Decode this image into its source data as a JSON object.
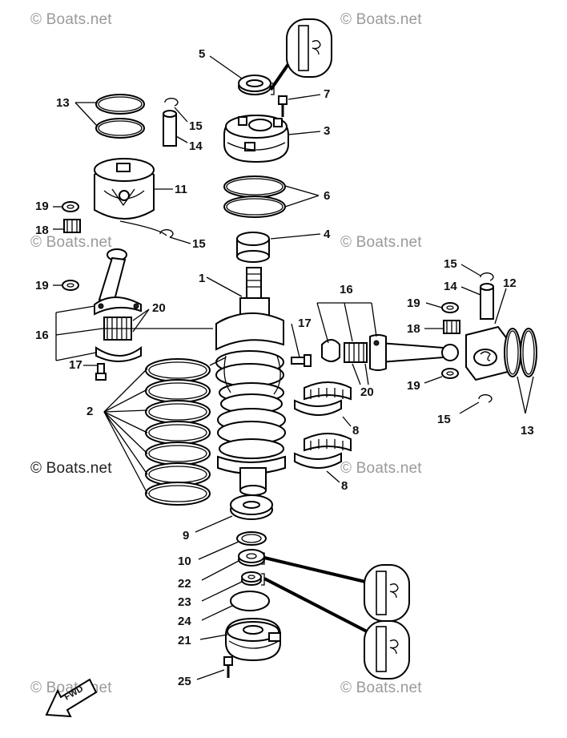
{
  "watermark": "© Boats.net",
  "direction_marker": "FWD",
  "callouts": {
    "p1": "1",
    "p2": "2",
    "p3": "3",
    "p4": "4",
    "p5": "5",
    "p6": "6",
    "p7": "7",
    "p8a": "8",
    "p8b": "8",
    "p9": "9",
    "p10": "10",
    "p11": "11",
    "p12": "12",
    "p13a": "13",
    "p13b": "13",
    "p14a": "14",
    "p14b": "14",
    "p15a": "15",
    "p15b": "15",
    "p15c": "15",
    "p15d": "15",
    "p16a": "16",
    "p16b": "16",
    "p17a": "17",
    "p17b": "17",
    "p18a": "18",
    "p18b": "18",
    "p19a": "19",
    "p19b": "19",
    "p19c": "19",
    "p19d": "19",
    "p20a": "20",
    "p20b": "20",
    "p21": "21",
    "p22": "22",
    "p23": "23",
    "p24": "24",
    "p25": "25"
  },
  "icons": {
    "grease_callout_top": "grease-tube-icon",
    "grease_callout_mid": "grease-tube-icon",
    "grease_callout_bottom": "grease-tube-icon"
  }
}
